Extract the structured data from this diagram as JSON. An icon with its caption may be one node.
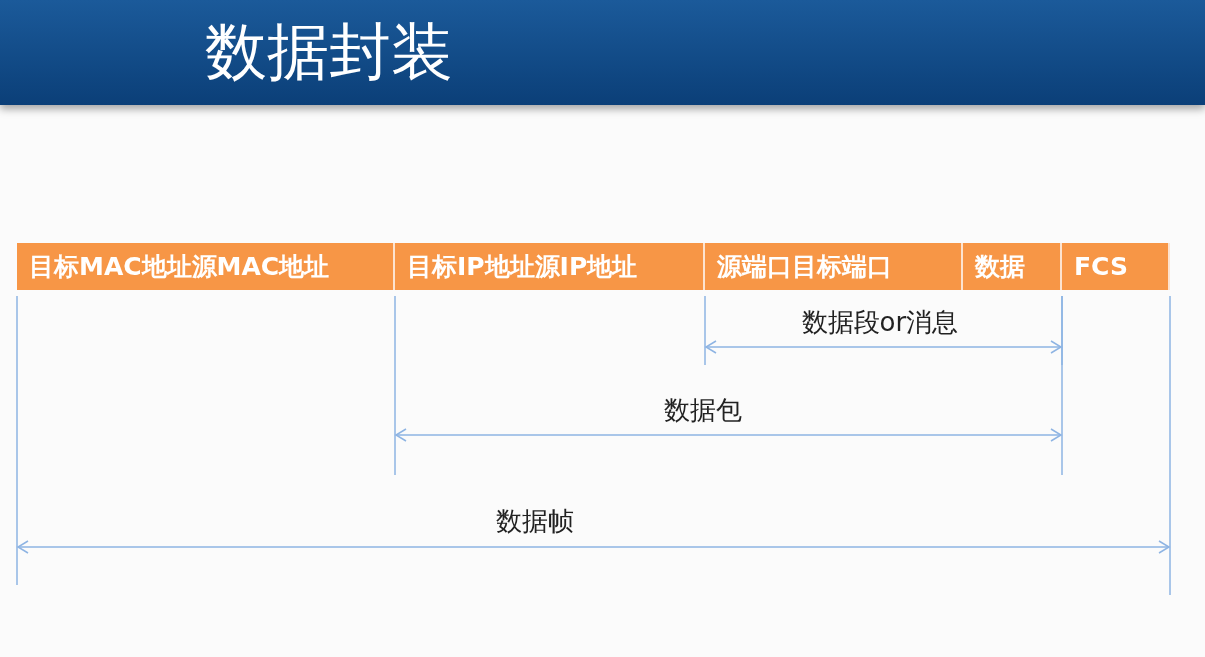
{
  "diagram": {
    "title": "数据封装",
    "nodes": [
      {
        "text": [
          "目标MAC地址源MAC地址"
        ]
      },
      {
        "text": [
          "目标IP地址源IP地址"
        ]
      },
      {
        "text": [
          "源端口目标端口"
        ]
      },
      {
        "text": [
          "数据"
        ]
      },
      {
        "text": [
          "FCS"
        ]
      }
    ],
    "labels": [
      "数据段or消息",
      "数据包",
      "数据帧"
    ]
  }
}
